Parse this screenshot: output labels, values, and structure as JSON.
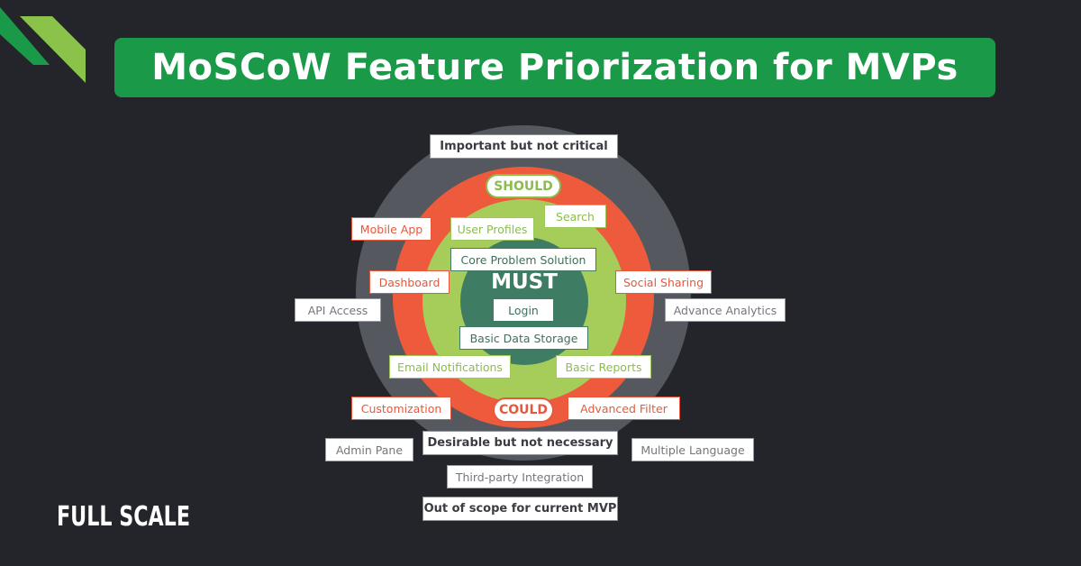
{
  "title": "MoSCoW Feature Priorization for MVPs",
  "colors": {
    "background": "#23252b",
    "title_bar": "#1a9a48",
    "wont_ring": "#565860",
    "should_ring": "#ee5a3c",
    "could_ring": "#a6cd59",
    "must_ring": "#3e7c63",
    "accent_stripe": "#8bc34a"
  },
  "rings": {
    "must": "MUST",
    "should": "SHOULD",
    "could": "COULD"
  },
  "headings": {
    "should": "Important but not critical",
    "could": "Desirable but not necessary",
    "wont": "Out of scope for current MVP"
  },
  "features": {
    "must": [
      "Core Problem Solution",
      "Login",
      "Basic Data Storage"
    ],
    "could": [
      "User Profiles",
      "Search",
      "Email Notifications",
      "Basic Reports"
    ],
    "should": [
      "Mobile App",
      "Dashboard",
      "Social Sharing",
      "Customization",
      "Advanced Filter"
    ],
    "wont": [
      "API Access",
      "Advance Analytics",
      "Admin Pane",
      "Multiple Language",
      "Third-party Integration"
    ]
  },
  "brand": "FULL SCALE"
}
